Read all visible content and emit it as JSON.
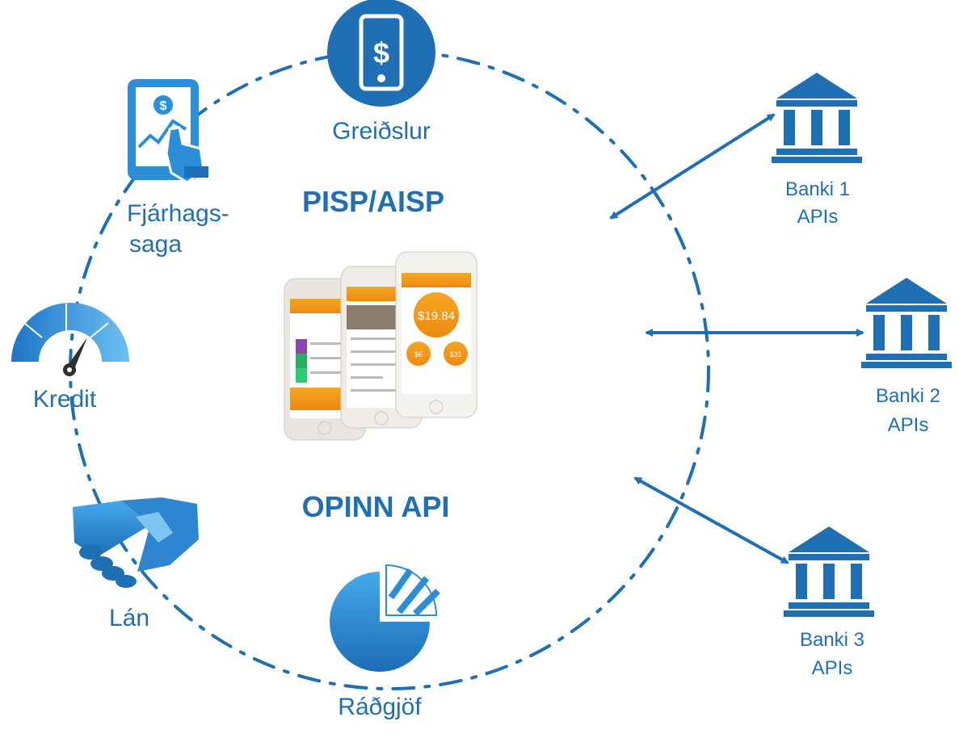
{
  "labels": {
    "center_top": "PISP/AISP",
    "center_bottom": "OPINN API",
    "greidslur": "Greiðslur",
    "fjarhagssaga_line1": "Fjárhags-",
    "fjarhagssaga_line2": "saga",
    "kredit": "Kredit",
    "lan": "Lán",
    "radgjof": "Ráðgjöf"
  },
  "banks": [
    {
      "line1": "Banki 1",
      "line2": "APIs"
    },
    {
      "line1": "Banki 2",
      "line2": "APIs"
    },
    {
      "line1": "Banki 3",
      "line2": "APIs"
    }
  ],
  "phone": {
    "balance": "$19.84",
    "badge_left": "$6",
    "badge_right": "$31"
  },
  "icons": {
    "payment": "dollar-phone-icon",
    "history": "tablet-chart-icon",
    "credit": "gauge-icon",
    "loan": "handshake-icon",
    "advice": "pie-chart-icon",
    "bank": "bank-building-icon"
  },
  "colors": {
    "primary": "#1f6fb4",
    "circle": "#1f6fb4",
    "accent_orange": "#f39c12",
    "icon_light": "#3aa0e0"
  }
}
